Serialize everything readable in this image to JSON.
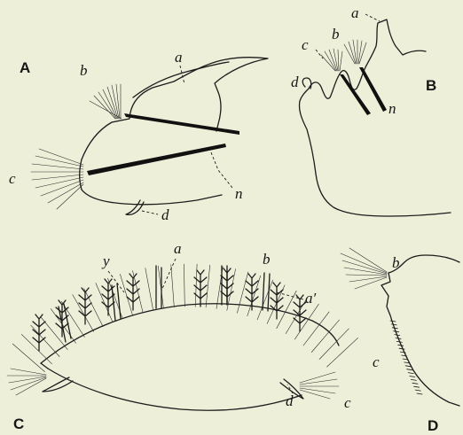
{
  "figure": {
    "panels": [
      {
        "id": "A",
        "letter": "A",
        "labels": {
          "a": "a",
          "b": "b",
          "c": "c",
          "d": "d",
          "n": "n"
        }
      },
      {
        "id": "B",
        "letter": "B",
        "labels": {
          "a": "a",
          "b": "b",
          "c": "c",
          "d": "d",
          "n": "n"
        }
      },
      {
        "id": "C",
        "letter": "C",
        "labels": {
          "y": "y",
          "a": "a",
          "b": "b",
          "a_prime": "a′",
          "c": "c",
          "d": "d"
        }
      },
      {
        "id": "D",
        "letter": "D",
        "labels": {
          "b": "b",
          "c": "c"
        }
      }
    ]
  }
}
